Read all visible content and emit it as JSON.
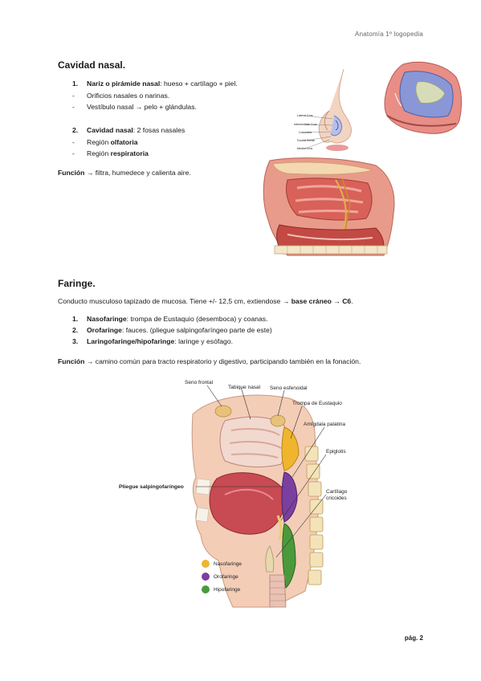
{
  "header": "Anatomía 1º logopedia",
  "page_number": "pág. 2",
  "nasal": {
    "title": "Cavidad nasal.",
    "item1_bold": "Nariz o pirámide nasal",
    "item1_rest": ": hueso + cartílago + piel.",
    "dash1": "Orificios nasales o narinas.",
    "dash2": "Vestíbulo nasal → pelo + glándulas.",
    "item2_bold": "Cavidad nasal",
    "item2_rest": ": 2 fosas nasales",
    "dash3_pre": "Región ",
    "dash3_bold": "olfatoria",
    "dash4_pre": "Región ",
    "dash4_bold": "respiratoria",
    "func_label": "Función",
    "func_text": " → filtra, humedece y calienta aire."
  },
  "faringe": {
    "title": "Faringe.",
    "intro": "Conducto musculoso tapizado de mucosa. Tiene +/- 12,5 cm, extiendose → ",
    "intro_bold": "base cráneo → C6",
    "item1_bold": "Nasofaringe",
    "item1_rest": ": trompa de Eustaquio (desemboca) y coanas.",
    "item2_bold": "Orofaringe",
    "item2_rest": ": fauces. (pliegue salpingofaríngeo parte de este)",
    "item3_bold": "Laringofaringe/hipofaringe",
    "item3_rest": ": laringe y esófago.",
    "func_label": "Función",
    "func_text": " → camino común para tracto respiratorio y digestivo, participando también en la fonación."
  },
  "nose_labels": [
    "Lateral Crus",
    "Intermediate Crus",
    "Columella",
    "Double Break",
    "Medial Crus"
  ],
  "pharynx_figure": {
    "labels": {
      "seno_frontal": "Seno frontal",
      "tabique": "Tabique nasal",
      "seno_esfenoidal": "Seno esfenoidal",
      "trompa": "Trompa de Eustaquio",
      "amigdala": "Amígdala palatina",
      "epiglotis": "Epiglotis",
      "cartilago1": "Cartílago",
      "cartilago2": "cricoides",
      "pliegue": "Pliegue salpingofaríngeo"
    },
    "legend": [
      "Nasofaringe",
      "Orofaringe",
      "Hipofaringe"
    ],
    "colors": {
      "naso": "#f0b52e",
      "oro": "#7b3fa0",
      "hipo": "#4a9a3c"
    }
  }
}
